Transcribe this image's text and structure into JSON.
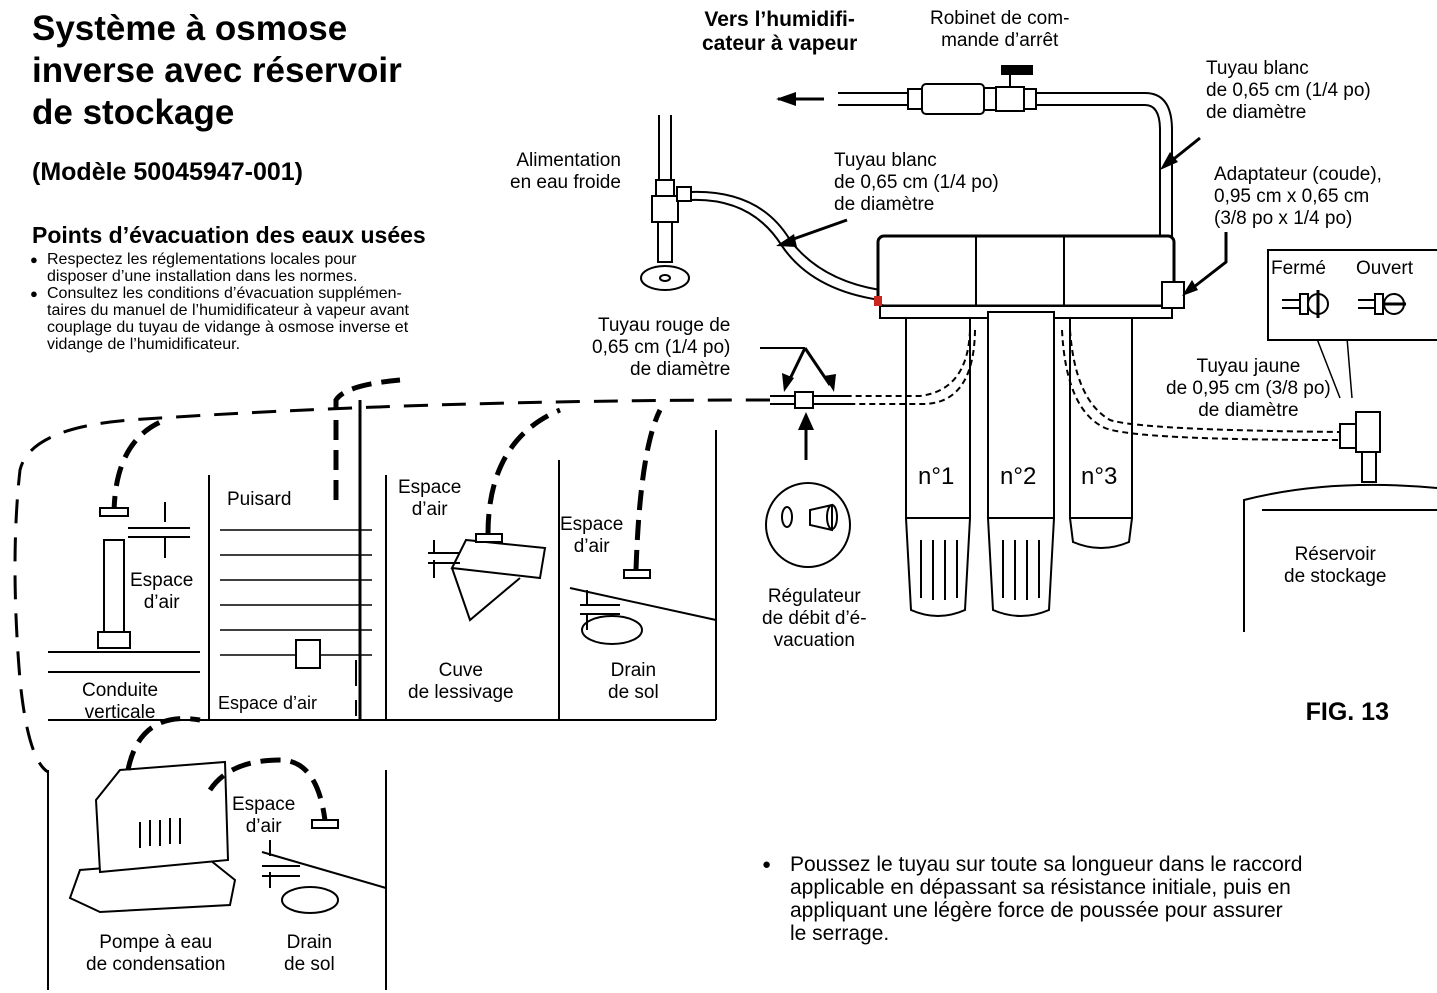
{
  "title": {
    "line1": "Système à osmose",
    "line2": "inverse avec réservoir",
    "line3": "de stockage"
  },
  "model": "(Modèle 50045947-001)",
  "drain_section": {
    "heading": "Points d’évacuation des eaux usées",
    "bullet1": {
      "line1": "Respectez les réglementations locales pour",
      "line2": "disposer d’une installation dans les normes."
    },
    "bullet2": {
      "line1": "Consultez les conditions d’évacuation supplémen-",
      "line2": "taires du manuel de l’humidificateur à vapeur avant",
      "line3": "couplage du tuyau de vidange à osmose inverse et",
      "line4": "vidange de l’humidificateur."
    }
  },
  "labels": {
    "humidifier": {
      "line1": "Vers l’humidifi-",
      "line2": "cateur à vapeur"
    },
    "shutoff": {
      "line1": "Robinet de com-",
      "line2": "mande d’arrêt"
    },
    "white_tube_top": {
      "line1": "Tuyau blanc",
      "line2": "de 0,65 cm (1/4 po)",
      "line3": "de diamètre"
    },
    "cold_water": {
      "line1": "Alimentation",
      "line2": "en eau froide"
    },
    "white_tube_mid": {
      "line1": "Tuyau blanc",
      "line2": "de 0,65 cm (1/4 po)",
      "line3": "de diamètre"
    },
    "adapter": {
      "line1": "Adaptateur (coude),",
      "line2": "0,95 cm x 0,65 cm",
      "line3": "(3/8 po x 1/4 po)"
    },
    "closed": "Fermé",
    "open": "Ouvert",
    "red_tube": {
      "line1": "Tuyau rouge de",
      "line2": "0,65 cm (1/4 po)",
      "line3": "de diamètre"
    },
    "yellow_tube": {
      "line1": "Tuyau jaune",
      "line2": "de 0,95 cm (3/8 po)",
      "line3": "de diamètre"
    },
    "filter1": "n°1",
    "filter2": "n°2",
    "filter3": "n°3",
    "tank": {
      "line1": "Réservoir",
      "line2": "de stockage"
    },
    "flow_regulator": {
      "line1": "Régulateur",
      "line2": "de débit d’é-",
      "line3": "vacuation"
    },
    "standpipe": {
      "line1": "Conduite",
      "line2": "verticale"
    },
    "sump": "Puisard",
    "laundry_tub": {
      "line1": "Cuve",
      "line2": "de lessivage"
    },
    "floor_drain": {
      "line1": "Drain",
      "line2": "de sol"
    },
    "air_gap_1": {
      "line1": "Espace",
      "line2": "d’air"
    },
    "air_gap_2": "Espace d’air",
    "air_gap_3": {
      "line1": "Espace",
      "line2": "d’air"
    },
    "air_gap_4": {
      "line1": "Espace",
      "line2": "d’air"
    },
    "air_gap_5": {
      "line1": "Espace",
      "line2": "d’air"
    },
    "condensate_pump": {
      "line1": "Pompe à eau",
      "line2": "de condensation"
    },
    "floor_drain_2": {
      "line1": "Drain",
      "line2": "de sol"
    }
  },
  "figure_label": "FIG. 13",
  "footnote": {
    "line1": "Poussez le tuyau sur toute sa longueur dans le raccord",
    "line2": "applicable en dépassant sa résistance initiale, puis en",
    "line3": "appliquant une légère force de poussée pour assurer",
    "line4": "le serrage."
  }
}
